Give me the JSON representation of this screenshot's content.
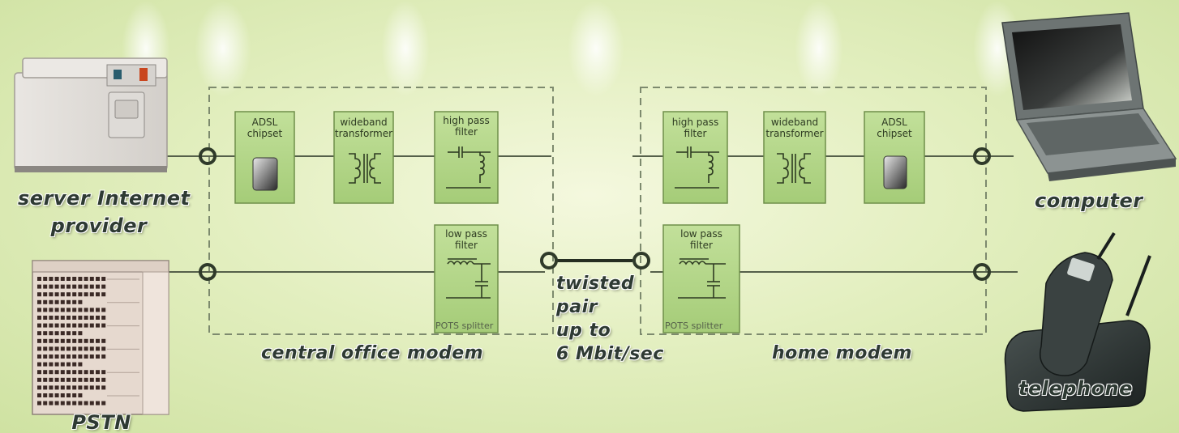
{
  "devices": {
    "server_label": "server Internet\nprovider",
    "pstn_label": "PSTN",
    "computer_label": "computer",
    "telephone_label": "telephone"
  },
  "central_office": {
    "label": "central office modem",
    "adsl_chipset": "ADSL\nchipset",
    "wideband_transformer": "wideband\ntransformer",
    "high_pass_filter": "high pass\nfilter",
    "low_pass_filter": "low pass\nfilter",
    "pots_splitter": "POTS splitter"
  },
  "home": {
    "label": "home modem",
    "adsl_chipset": "ADSL\nchipset",
    "wideband_transformer": "wideband\ntransformer",
    "high_pass_filter": "high pass\nfilter",
    "low_pass_filter": "low pass\nfilter",
    "pots_splitter": "POTS splitter"
  },
  "line": {
    "label": "twisted\npair\nup to\n6 Mbit/sec"
  },
  "colors": {
    "box_fill": "#b3d68a",
    "box_border": "#6f8f4a",
    "wire": "#55604a",
    "dashed": "#7d8a6e",
    "node_ring": "#2f3a2a"
  }
}
